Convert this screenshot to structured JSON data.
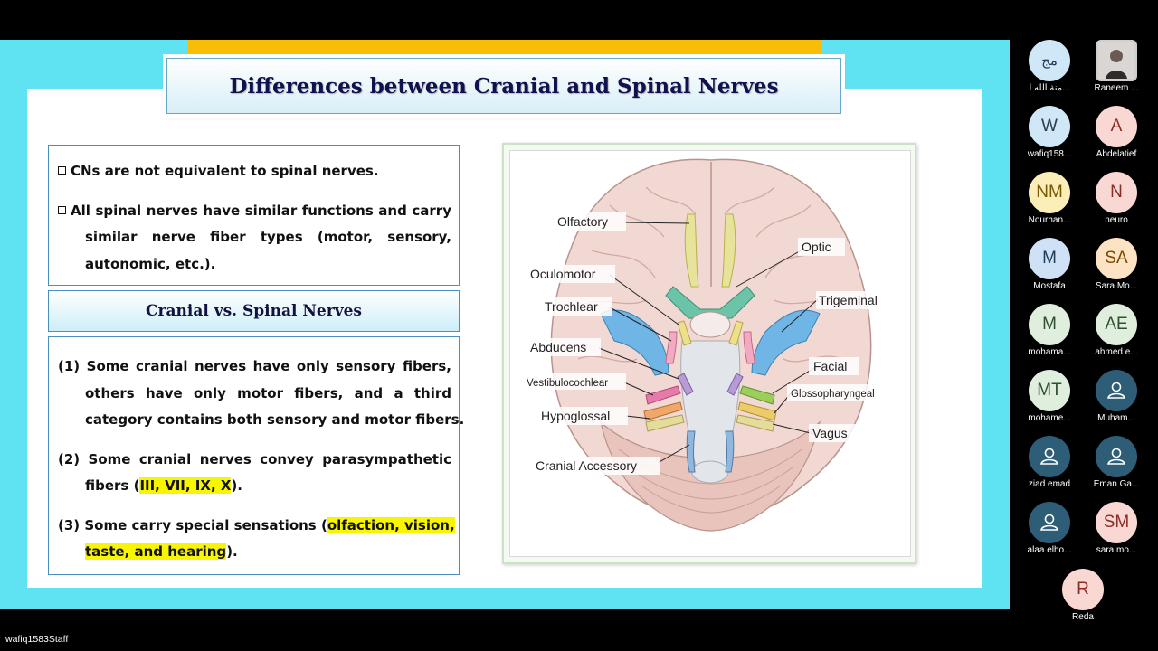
{
  "slide": {
    "title": "Differences between Cranial and Spinal Nerves",
    "box1": {
      "b1": "CNs are not equivalent to spinal nerves.",
      "b2_l1": "All spinal nerves have similar functions and carry",
      "b2_l2": "similar nerve fiber types (motor, sensory,",
      "b2_l3": "autonomic, etc.)."
    },
    "subtitle": "Cranial vs. Spinal Nerves",
    "box2": {
      "p1_l1": "(1) Some cranial nerves have only sensory fibers,",
      "p1_l2": "others have only motor fibers, and a third",
      "p1_l3": "category contains both sensory and motor fibers.",
      "p2_l1": "(2) Some cranial nerves convey parasympathetic",
      "p2_l2a": "fibers (",
      "p2_l2b": "III, VII, IX, X",
      "p2_l2c": ").",
      "p3_l1a": "(3) Some carry special sensations (",
      "p3_l1b": "olfaction, vision,",
      "p3_l2b": "taste, and hearing",
      "p3_l2c": ")."
    },
    "diagram_labels": {
      "olfactory": "Olfactory",
      "optic": "Optic",
      "oculomotor": "Oculomotor",
      "trochlear": "Trochlear",
      "trigeminal": "Trigeminal",
      "abducens": "Abducens",
      "facial": "Facial",
      "vestibulocochlear": "Vestibulocochlear",
      "glossopharyngeal": "Glossopharyngeal",
      "hypoglossal": "Hypoglossal",
      "vagus": "Vagus",
      "cranial_accessory": "Cranial Accessory"
    }
  },
  "participants": [
    {
      "initials": "مج",
      "name": "منة الله ا...",
      "bg": "#cfe7f7",
      "fg": "#1f3b57"
    },
    {
      "initials": "",
      "name": "Raneem ...",
      "bg": "#dcdcdc",
      "fg": "#333"
    },
    {
      "initials": "W",
      "name": "wafiq158...",
      "bg": "#cfe7f7",
      "fg": "#2c3e50"
    },
    {
      "initials": "A",
      "name": "Abdelatief",
      "bg": "#f9d7d3",
      "fg": "#8b2d24"
    },
    {
      "initials": "NM",
      "name": "Nourhan...",
      "bg": "#fbeeb8",
      "fg": "#7a5a00"
    },
    {
      "initials": "N",
      "name": "neuro",
      "bg": "#f9d7d3",
      "fg": "#8b2d24"
    },
    {
      "initials": "M",
      "name": "Mostafa",
      "bg": "#cfe1f7",
      "fg": "#1f3b57"
    },
    {
      "initials": "SA",
      "name": "Sara Mo...",
      "bg": "#fbe3c4",
      "fg": "#7a4a00"
    },
    {
      "initials": "M",
      "name": "mohama...",
      "bg": "#dfeedd",
      "fg": "#2f4f2f"
    },
    {
      "initials": "AE",
      "name": "ahmed e...",
      "bg": "#dfeedd",
      "fg": "#2f4f2f"
    },
    {
      "initials": "MT",
      "name": "mohame...",
      "bg": "#dfeedd",
      "fg": "#2f4f2f"
    },
    {
      "initials": "",
      "name": "Muham...",
      "bg": "#2e5d77",
      "fg": "#fff"
    },
    {
      "initials": "",
      "name": "ziad emad",
      "bg": "#2e5d77",
      "fg": "#fff"
    },
    {
      "initials": "",
      "name": "Eman Ga...",
      "bg": "#2e5d77",
      "fg": "#fff"
    },
    {
      "initials": "",
      "name": "alaa elho...",
      "bg": "#2e5d77",
      "fg": "#fff"
    },
    {
      "initials": "SM",
      "name": "sara mo...",
      "bg": "#f9d7d3",
      "fg": "#8b2d24"
    },
    {
      "initials": "R",
      "name": "Reda",
      "bg": "#f9d7d3",
      "fg": "#8b2d24"
    }
  ],
  "footer": {
    "presenter": "wafiq1583Staff"
  }
}
